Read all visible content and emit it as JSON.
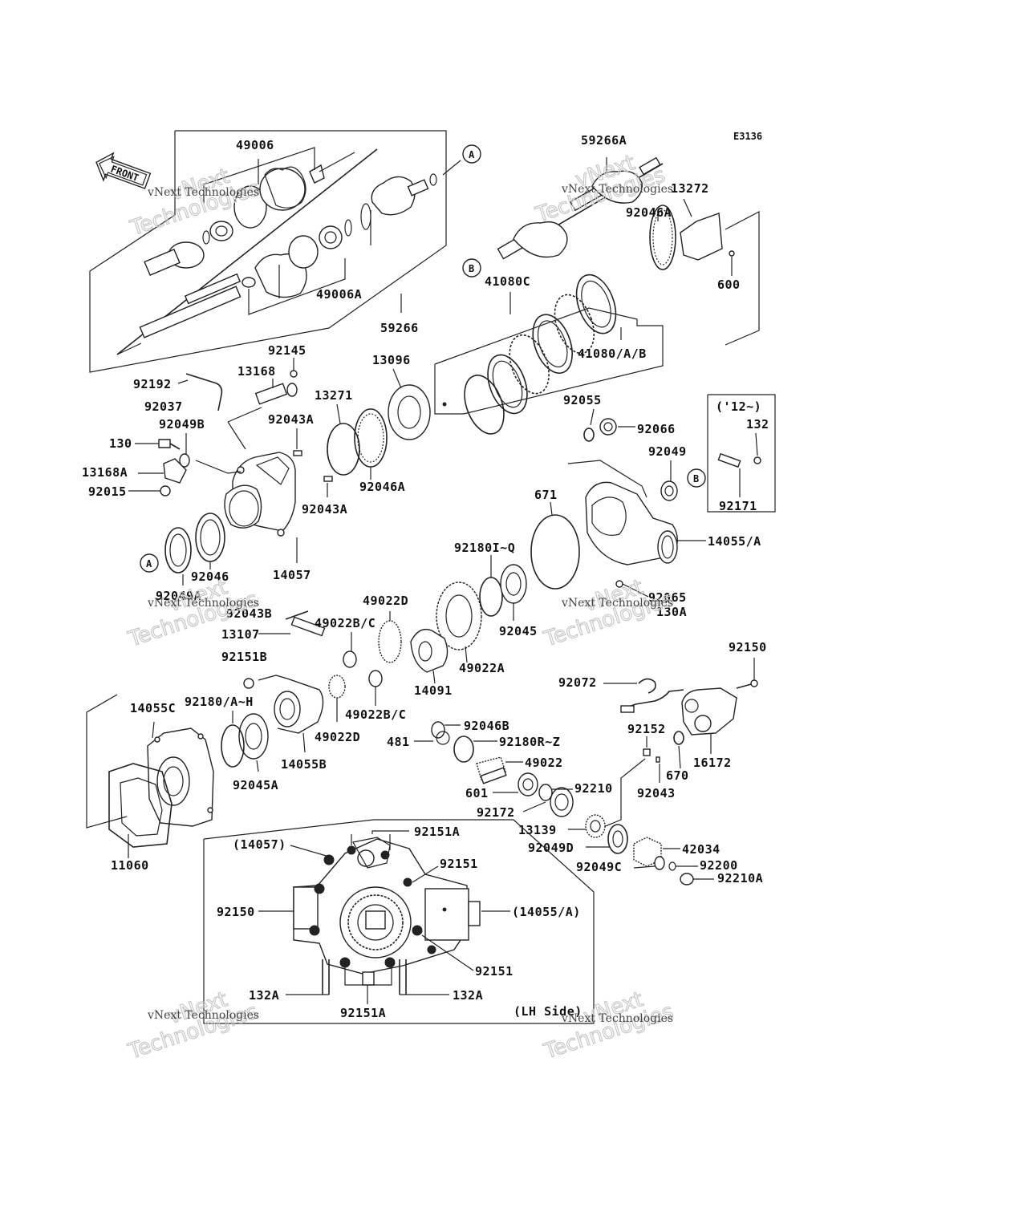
{
  "diagram_code": "E3136",
  "front_arrow": "FRONT",
  "watermarks": [
    {
      "line1": "vNext",
      "line2": "Technologies",
      "small": "vNext Technologies"
    },
    {
      "line1": "vNext",
      "line2": "Technologies",
      "small": "vNext Technologies"
    },
    {
      "line1": "vNext",
      "line2": "Technologies",
      "small": "vNext Technologies"
    },
    {
      "line1": "vNext",
      "line2": "Technologies",
      "small": "vNext Technologies"
    },
    {
      "line1": "vNext",
      "line2": "Technologies",
      "small": "vNext Technologies"
    },
    {
      "line1": "vNext",
      "line2": "Technologies",
      "small": "vNext Technologies"
    }
  ],
  "callouts": {
    "a": "A",
    "b": "B"
  },
  "labels": {
    "p49006": "49006",
    "p49006A": "49006A",
    "p59266": "59266",
    "p59266A": "59266A",
    "p13272": "13272",
    "p92046A_top": "92046A",
    "p600": "600",
    "p41080C": "41080C",
    "p41080AB": "41080/A/B",
    "p92145": "92145",
    "p13096": "13096",
    "p13168": "13168",
    "p92192": "92192",
    "p92037": "92037",
    "p13271": "13271",
    "p92043A_1": "92043A",
    "p92049B": "92049B",
    "p130": "130",
    "p13168A": "13168A",
    "p92015": "92015",
    "p92046A": "92046A",
    "p92043A_2": "92043A",
    "p92046": "92046",
    "p14057": "14057",
    "p92049A": "92049A",
    "p92055": "92055",
    "p92066": "92066",
    "p12": "('12~)",
    "p132": "132",
    "p92049": "92049",
    "p671": "671",
    "p92171": "92171",
    "p14055A": "14055/A",
    "p92180IQ": "92180I~Q",
    "p92065": "92065",
    "p130A": "130A",
    "p92043B": "92043B",
    "p49022D_top": "49022D",
    "p49022BC_top": "49022B/C",
    "p13107": "13107",
    "p92045": "92045",
    "p49022A": "49022A",
    "p14091": "14091",
    "p92151B": "92151B",
    "p92150_top": "92150",
    "p92072": "92072",
    "p14055C": "14055C",
    "p92180AH": "92180/A~H",
    "p49022BC_bot": "49022B/C",
    "p49022D_bot": "49022D",
    "p14055B": "14055B",
    "p92045A": "92045A",
    "p92046B": "92046B",
    "p481": "481",
    "p92180RZ": "92180R~Z",
    "p49022": "49022",
    "p92152": "92152",
    "p16172": "16172",
    "p670": "670",
    "p601": "601",
    "p92210": "92210",
    "p92172": "92172",
    "p92043": "92043",
    "p13139": "13139",
    "p92049D": "92049D",
    "p42034": "42034",
    "p92049C": "92049C",
    "p92200": "92200",
    "p92210A": "92210A",
    "p11060": "11060",
    "p14057_paren": "(14057)",
    "p92151A_top": "92151A",
    "p92151_1": "92151",
    "p92150_bot": "92150",
    "p14055A_paren": "(14055/A)",
    "p92151_2": "92151",
    "p132A_left": "132A",
    "p132A_right": "132A",
    "p92151A_bot": "92151A",
    "pLHSide": "(LH Side)"
  }
}
